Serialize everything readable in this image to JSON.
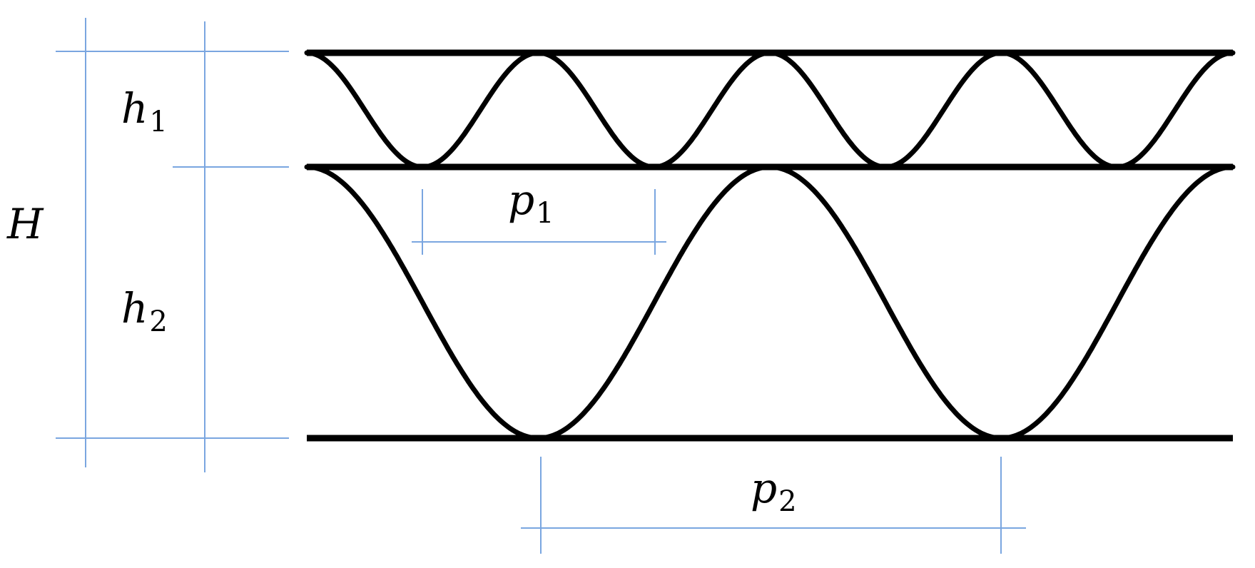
{
  "colors": {
    "structure": "#000000",
    "dimension_lines": "#7aa6e0",
    "label_text": "#000000",
    "background": "#ffffff"
  },
  "labels": {
    "H": {
      "base": "H",
      "sub": ""
    },
    "h1": {
      "base": "h",
      "sub": "1"
    },
    "h2": {
      "base": "h",
      "sub": "2"
    },
    "p1": {
      "base": "p",
      "sub": "1"
    },
    "p2": {
      "base": "p",
      "sub": "2"
    }
  },
  "flutes": {
    "upper": {
      "periods": 4
    },
    "lower": {
      "periods": 2
    }
  }
}
